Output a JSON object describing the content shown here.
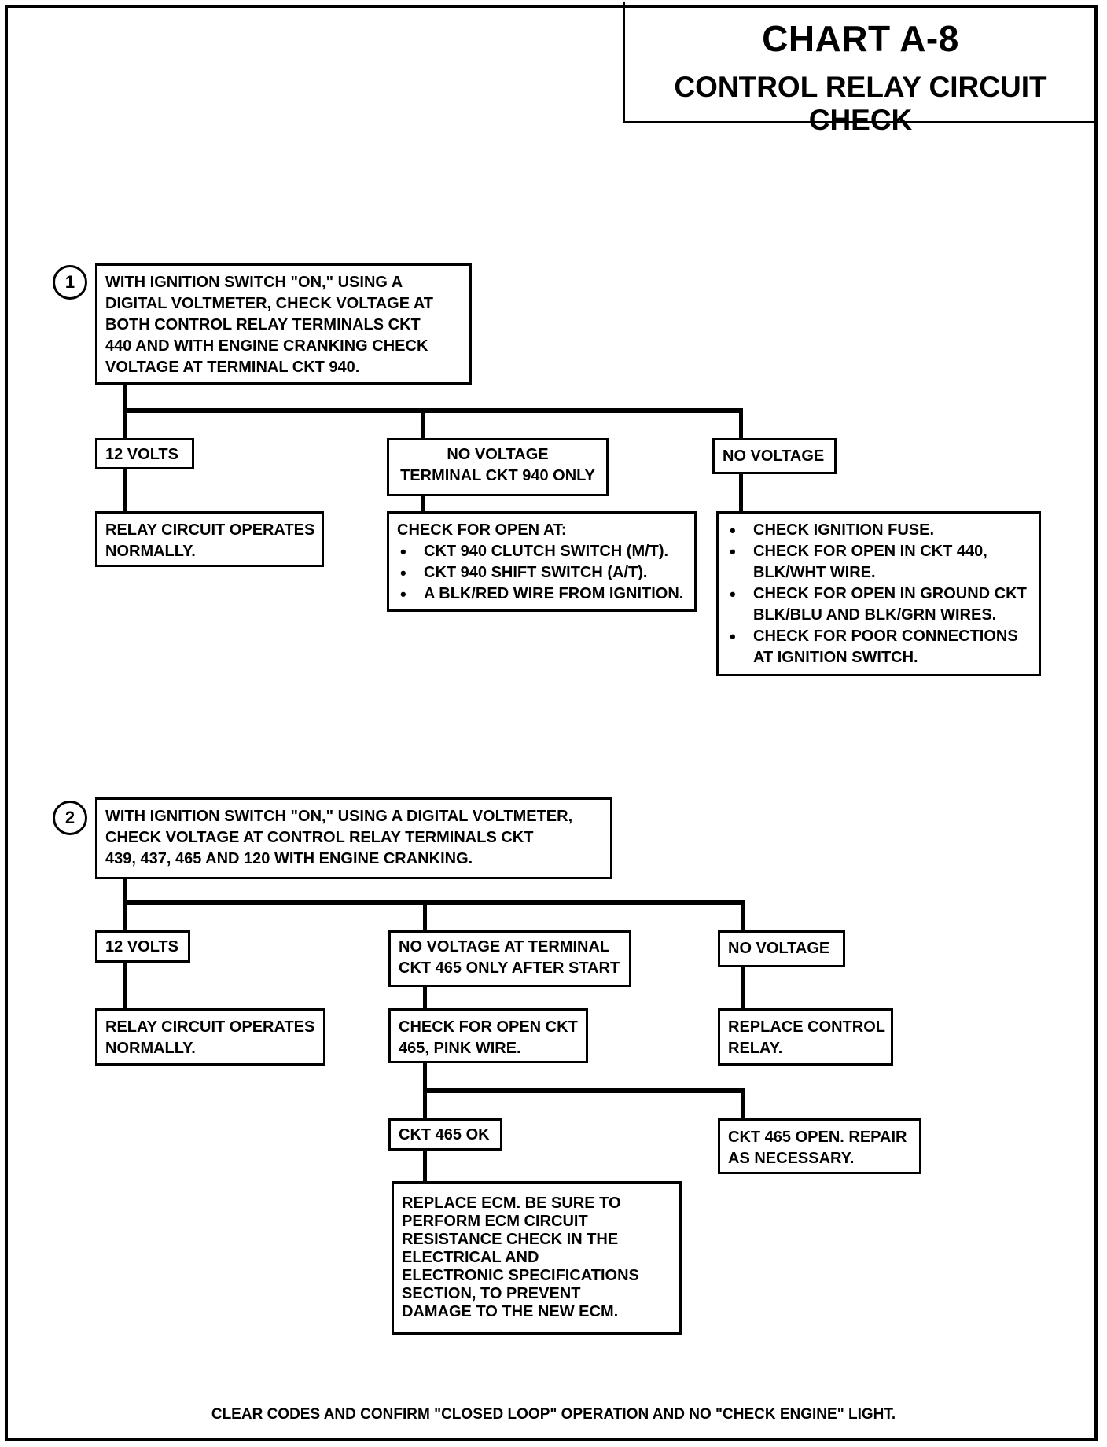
{
  "title": "CHART A-8",
  "subtitle": "CONTROL RELAY CIRCUIT CHECK",
  "step1": {
    "number": "1",
    "instruction": [
      "WITH IGNITION SWITCH \"ON,\" USING A",
      "DIGITAL VOLTMETER, CHECK VOLTAGE AT",
      "BOTH CONTROL RELAY TERMINALS  CKT",
      "440 AND WITH ENGINE CRANKING CHECK",
      "VOLTAGE AT TERMINAL  CKT 940."
    ],
    "branch_a": {
      "label": "12 VOLTS",
      "result": [
        "RELAY CIRCUIT OPERATES",
        "NORMALLY."
      ]
    },
    "branch_b": {
      "label": [
        "NO VOLTAGE",
        "TERMINAL CKT 940 ONLY"
      ],
      "result_heading": "CHECK FOR OPEN AT:",
      "result_items": [
        "CKT 940 CLUTCH SWITCH (M/T).",
        "CKT 940 SHIFT SWITCH (A/T).",
        "A BLK/RED WIRE FROM IGNITION."
      ]
    },
    "branch_c": {
      "label": "NO VOLTAGE",
      "result_items": [
        [
          "CHECK IGNITION FUSE."
        ],
        [
          "CHECK FOR OPEN IN CKT 440,",
          "BLK/WHT WIRE."
        ],
        [
          "CHECK FOR OPEN IN GROUND CKT",
          "BLK/BLU AND BLK/GRN WIRES."
        ],
        [
          "CHECK FOR POOR CONNECTIONS",
          "AT IGNITION SWITCH."
        ]
      ]
    }
  },
  "step2": {
    "number": "2",
    "instruction": [
      "WITH IGNITION SWITCH \"ON,\" USING A DIGITAL VOLTMETER,",
      "CHECK VOLTAGE AT CONTROL RELAY TERMINALS  CKT",
      "439, 437, 465 AND 120 WITH ENGINE CRANKING."
    ],
    "branch_a": {
      "label": "12 VOLTS",
      "result": [
        "RELAY CIRCUIT OPERATES",
        "NORMALLY."
      ]
    },
    "branch_b": {
      "label": [
        "NO VOLTAGE AT TERMINAL",
        "CKT 465 ONLY AFTER START"
      ],
      "result": [
        "CHECK FOR OPEN CKT",
        "465, PINK WIRE."
      ],
      "sub_a": {
        "label": "CKT 465 OK",
        "result": [
          "REPLACE ECM.  BE SURE TO",
          "PERFORM ECM CIRCUIT",
          "RESISTANCE CHECK IN  THE",
          "ELECTRICAL  AND",
          "ELECTRONIC  SPECIFICATIONS",
          "SECTION, TO PREVENT",
          "DAMAGE TO THE NEW ECM."
        ]
      },
      "sub_b": {
        "result": [
          "CKT 465 OPEN.  REPAIR",
          "AS NECESSARY."
        ]
      }
    },
    "branch_c": {
      "label": "NO VOLTAGE",
      "result": [
        "REPLACE CONTROL",
        "RELAY."
      ]
    }
  },
  "footer": "CLEAR CODES AND CONFIRM \"CLOSED LOOP\" OPERATION AND NO \"CHECK ENGINE\" LIGHT."
}
